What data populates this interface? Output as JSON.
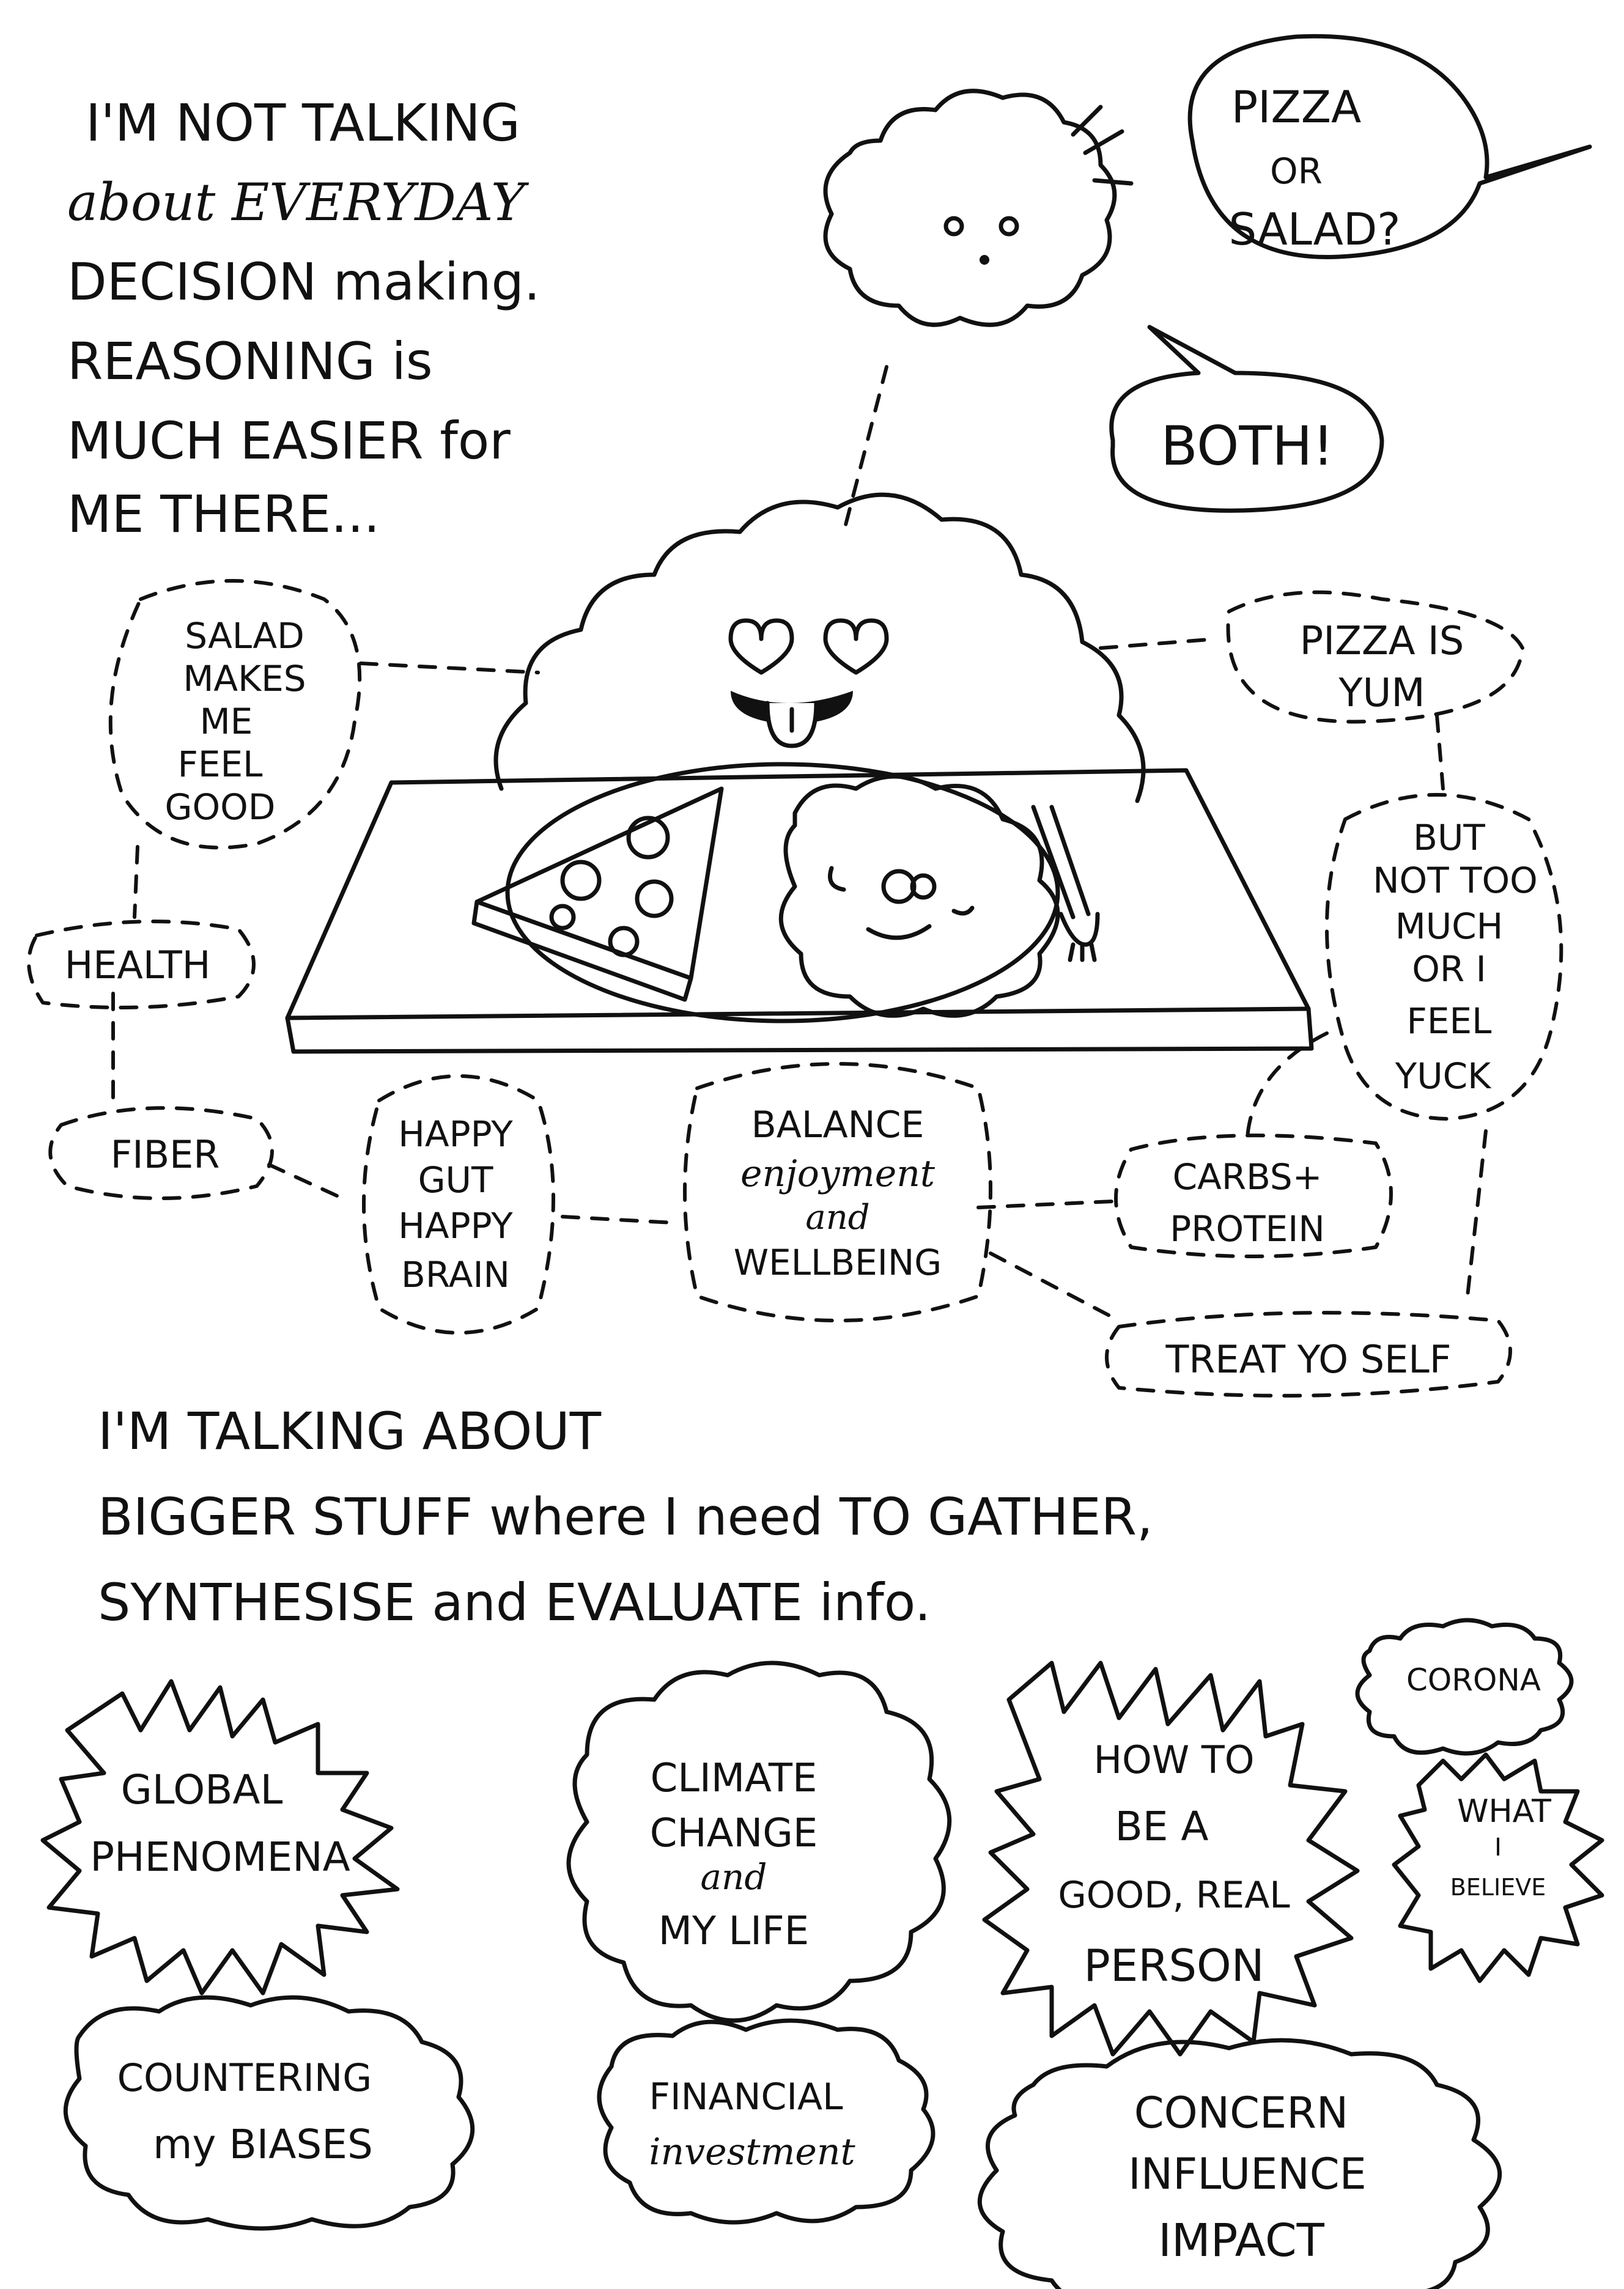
{
  "ink_color": "#111111",
  "paper_color": "#ffffff",
  "intro": {
    "lines": [
      "I'M NOT TALKING",
      "about EVERYDAY",
      "DECISION making.",
      "REASONING is",
      "MUCH EASIER for",
      "ME THERE..."
    ]
  },
  "speech": {
    "question": [
      "PIZZA",
      "OR",
      "SALAD?"
    ],
    "answer": "BOTH!"
  },
  "mindmap": {
    "salad_feel_good": [
      "SALAD",
      "MAKES",
      "ME",
      "FEEL",
      "GOOD"
    ],
    "pizza_yum": [
      "PIZZA IS",
      "YUM"
    ],
    "but_not_too_much": [
      "BUT",
      "NOT TOO",
      "MUCH",
      "OR I",
      "FEEL",
      "YUCK"
    ],
    "health": "HEALTH",
    "fiber": "FIBER",
    "happy_gut": [
      "HAPPY",
      "GUT",
      "HAPPY",
      "BRAIN"
    ],
    "balance": [
      "BALANCE",
      "enjoyment",
      "and",
      "WELLBEING"
    ],
    "carbs": [
      "CARBS+",
      "PROTEIN"
    ],
    "treat": "TREAT YO SELF"
  },
  "outro": {
    "lines": [
      "I'M TALKING ABOUT",
      "BIGGER STUFF where I need TO GATHER,",
      "SYNTHESISE and EVALUATE info."
    ]
  },
  "topics": {
    "global": [
      "GLOBAL",
      "PHENOMENA"
    ],
    "climate": [
      "CLIMATE",
      "CHANGE",
      "and",
      "MY LIFE"
    ],
    "good_person": [
      "HOW TO",
      "BE A",
      "GOOD, REAL",
      "PERSON"
    ],
    "corona": "CORONA",
    "believe": [
      "WHAT",
      "I",
      "BELIEVE"
    ],
    "biases": [
      "COUNTERING",
      "my BIASES"
    ],
    "financial": [
      "FINANCIAL",
      "investment"
    ],
    "concern": [
      "CONCERN",
      "INFLUENCE",
      "IMPACT"
    ]
  },
  "icons": {
    "thought_cloud_small": "worried-cloud-icon",
    "thought_cloud_big": "happy-cloud-icon",
    "food": "pizza-and-salad-plate-icon",
    "fork": "fork-icon"
  }
}
